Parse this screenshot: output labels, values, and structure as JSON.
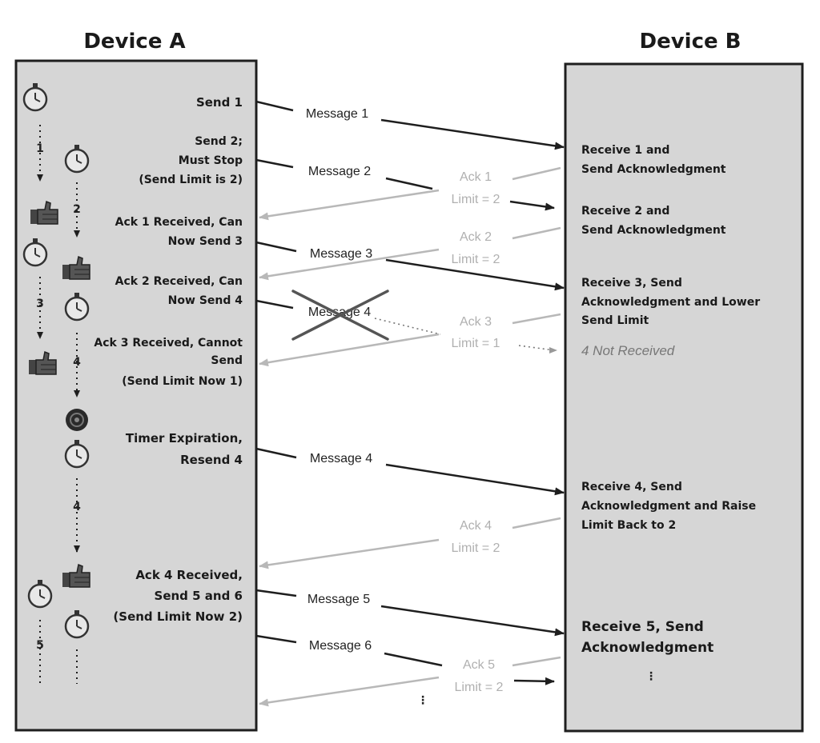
{
  "device_a": {
    "title": "Device A",
    "events": [
      "Send 1",
      "Send 2;",
      "Must Stop",
      "(Send Limit is 2)",
      "Ack 1 Received, Can",
      "Now Send 3",
      "Ack 2 Received, Can",
      "Now Send 4",
      "Ack 3 Received, Cannot",
      "Send",
      "(Send Limit Now 1)",
      "Timer Expiration,",
      "Resend 4",
      "Ack 4 Received,",
      "Send 5 and 6",
      "(Send Limit Now 2)"
    ],
    "timer_counts": [
      "1",
      "2",
      "3",
      "4",
      "4",
      "5"
    ]
  },
  "device_b": {
    "title": "Device B",
    "events": [
      "Receive 1 and",
      "Send Acknowledgment",
      "Receive 2 and",
      "Send Acknowledgment",
      "Receive 3, Send",
      "Acknowledgment and Lower",
      "Send Limit",
      "4 Not Received",
      "Receive 4, Send",
      "Acknowledgment and Raise",
      "Limit Back to 2",
      "Receive 5, Send",
      "Acknowledgment"
    ]
  },
  "messages": [
    "Message 1",
    "Message 2",
    "Message 3",
    "Message 4",
    "Message 4",
    "Message 5",
    "Message 6"
  ],
  "acks": [
    {
      "label": "Ack 1",
      "limit": "Limit = 2"
    },
    {
      "label": "Ack 2",
      "limit": "Limit = 2"
    },
    {
      "label": "Ack 3",
      "limit": "Limit = 1"
    },
    {
      "label": "Ack 4",
      "limit": "Limit = 2"
    },
    {
      "label": "Ack 5",
      "limit": "Limit = 2"
    }
  ],
  "colors": {
    "panel_fill": "#d6d6d6",
    "panel_border": "#1e1e1e",
    "message_line": "#1e1e1e",
    "ack_line": "#b8b8b8",
    "lost_mark": "#555555"
  },
  "icons": [
    "stopwatch-icon",
    "thumbs-up-icon",
    "timer-expired-icon",
    "lost-message-x-icon"
  ]
}
